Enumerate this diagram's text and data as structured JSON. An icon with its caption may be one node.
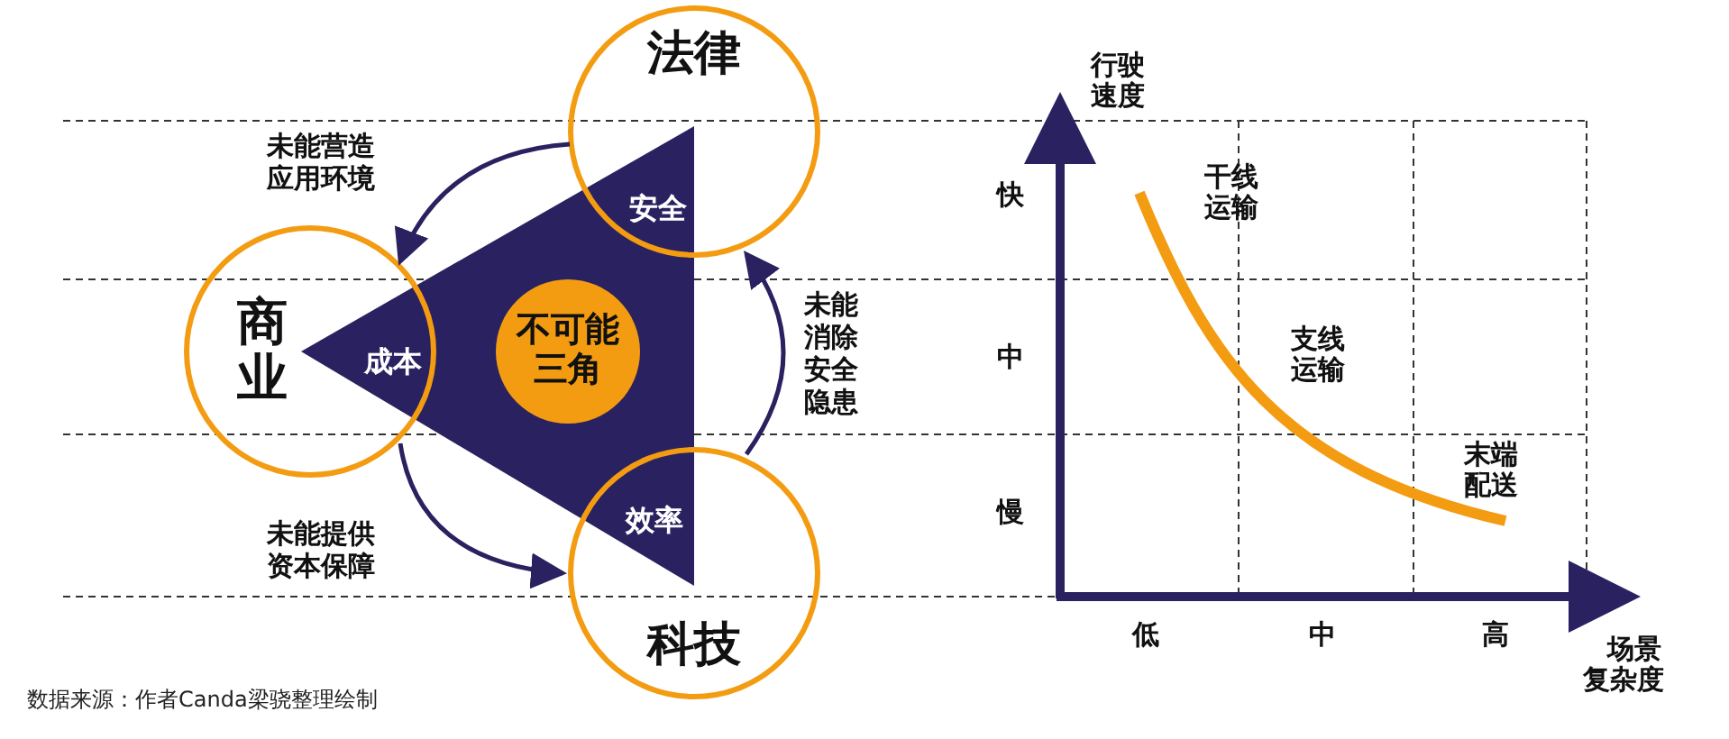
{
  "diagram": {
    "caption": "数据来源：作者Canda梁骁整理绘制",
    "nodes": [
      {
        "text": [
          "法律",
          "安全"
        ]
      },
      {
        "text": [
          "商业",
          "成本"
        ]
      },
      {
        "text": [
          "效率",
          "科技"
        ]
      },
      {
        "text": [],
        "shape": "triangle"
      },
      {
        "text": [
          "不可能三角"
        ],
        "in": 3
      }
    ],
    "edges": [
      {
        "from": 0,
        "to": 1,
        "arrow": "to",
        "label": "未能营造应用环境"
      },
      {
        "from": 1,
        "to": 2,
        "arrow": "to",
        "label": "未能提供资本保障"
      },
      {
        "from": 2,
        "to": 0,
        "arrow": "to",
        "label": "未能消除安全隐患"
      }
    ],
    "labels": [
      "行驶速度",
      "快",
      "干线运输",
      "中",
      "支线运输",
      "末端配送",
      "慢",
      "低",
      "中",
      "高",
      "场景复杂度"
    ]
  }
}
